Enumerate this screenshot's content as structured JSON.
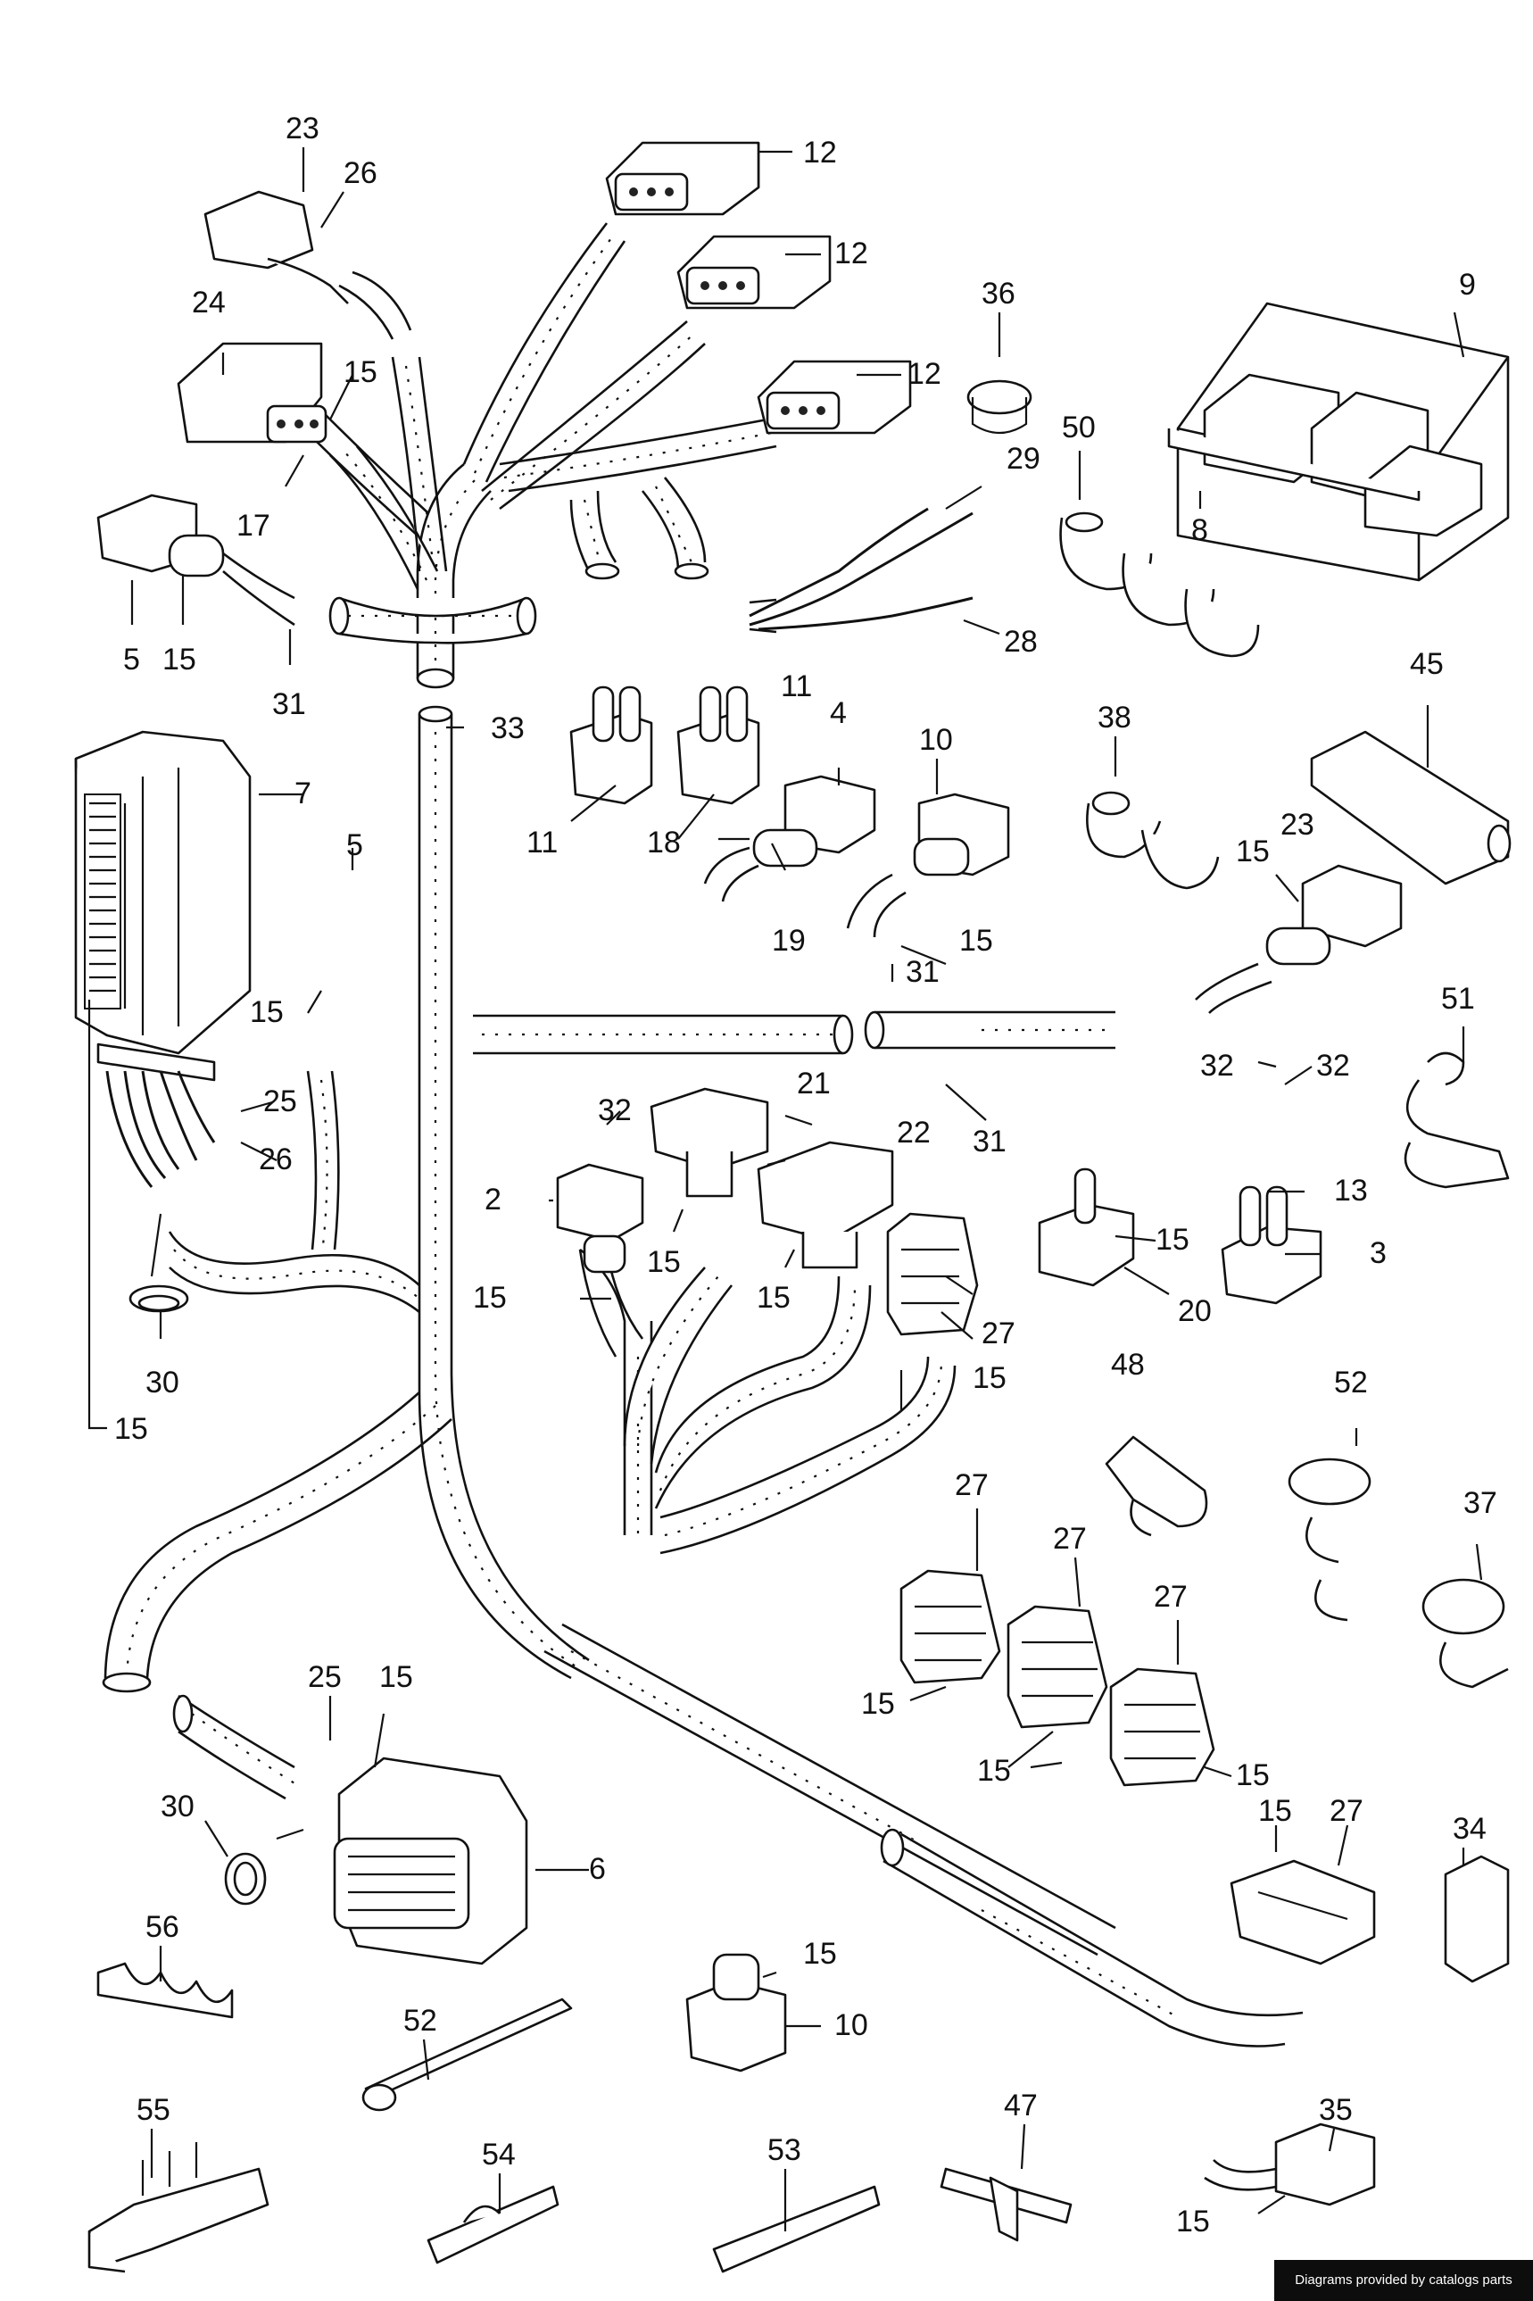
{
  "callouts": [
    "23",
    "26",
    "12",
    "12",
    "12",
    "36",
    "9",
    "24",
    "15",
    "50",
    "29",
    "8",
    "17",
    "5",
    "15",
    "31",
    "28",
    "33",
    "11",
    "11",
    "4",
    "10",
    "7",
    "38",
    "45",
    "5",
    "18",
    "19",
    "15",
    "31",
    "15",
    "23",
    "15",
    "51",
    "32",
    "32",
    "21",
    "31",
    "32",
    "25",
    "26",
    "2",
    "22",
    "15",
    "13",
    "15",
    "15",
    "3",
    "15",
    "20",
    "27",
    "15",
    "30",
    "15",
    "48",
    "52",
    "27",
    "37",
    "27",
    "27",
    "15",
    "25",
    "15",
    "15",
    "15",
    "30",
    "6",
    "15",
    "27",
    "34",
    "56",
    "15",
    "10",
    "52",
    "35",
    "55",
    "54",
    "53",
    "47",
    "15"
  ],
  "credit": "Diagrams provided by catalogs parts"
}
